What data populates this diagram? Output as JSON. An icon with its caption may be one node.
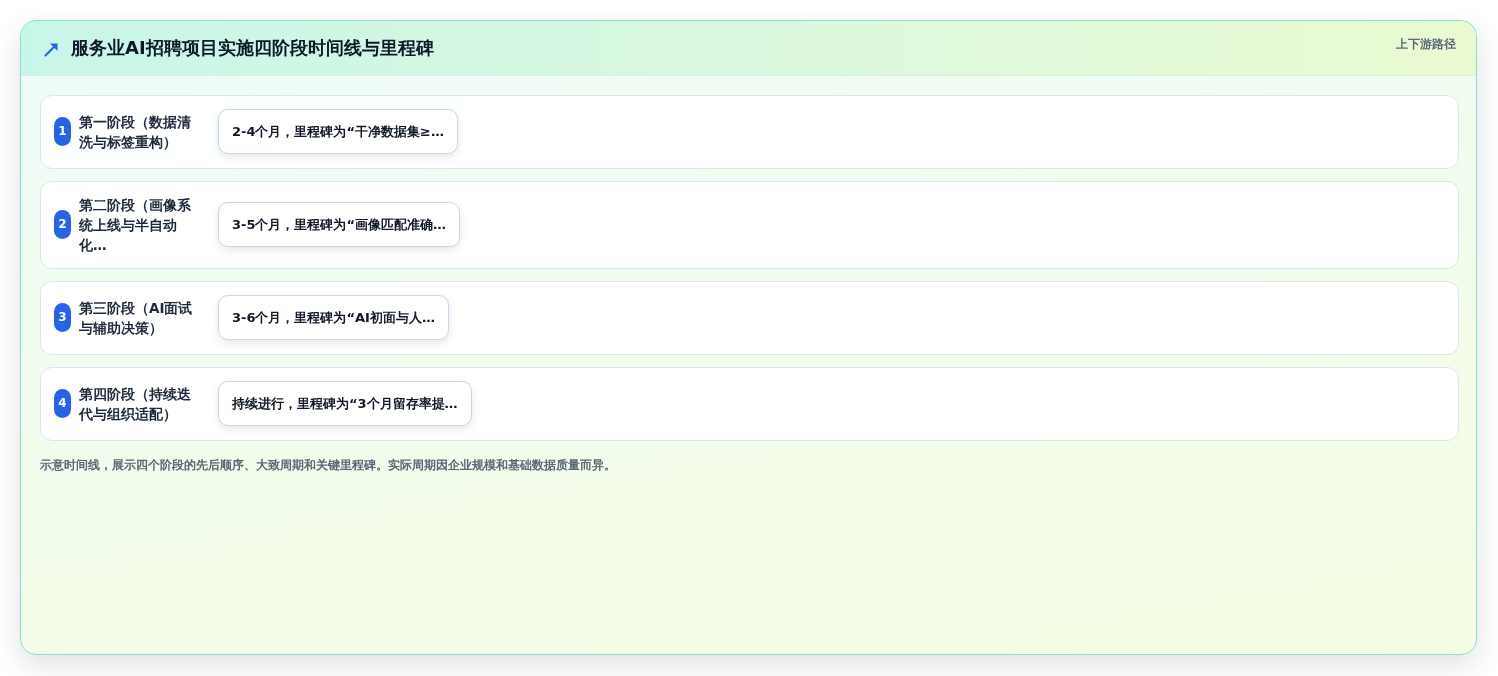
{
  "diagram": {
    "title": "服务业AI招聘项目实施四阶段时间线与里程碑",
    "caption": "示意时间线，展示四个阶段的先后顺序、大致周期和关键里程碑。实际周期因企业规模和基础数据质量而异。",
    "nodes": [
      {
        "text": [
          "第一阶段（数据清洗与标签重构）"
        ]
      },
      {
        "text": [
          "1"
        ],
        "in": 0
      },
      {
        "text": [
          "2-4个月，里程碑为“干净数据集≥…"
        ],
        "in": 0
      },
      {
        "text": [
          "第二阶段（画像系统上线与半自动化…"
        ]
      },
      {
        "text": [
          "2"
        ],
        "in": 3
      },
      {
        "text": [
          "3-5个月，里程碑为“画像匹配准确…"
        ],
        "in": 3
      },
      {
        "text": [
          "第三阶段（AI面试与辅助决策）"
        ]
      },
      {
        "text": [
          "3"
        ],
        "in": 6
      },
      {
        "text": [
          "3-6个月，里程碑为“AI初面与人…"
        ],
        "in": 6
      },
      {
        "text": [
          "第四阶段（持续迭代与组织适配）"
        ]
      },
      {
        "text": [
          "4"
        ],
        "in": 9
      },
      {
        "text": [
          "持续进行，里程碑为“3个月留存率提…"
        ],
        "in": 9
      }
    ],
    "labels": [
      "上下游路径"
    ]
  }
}
